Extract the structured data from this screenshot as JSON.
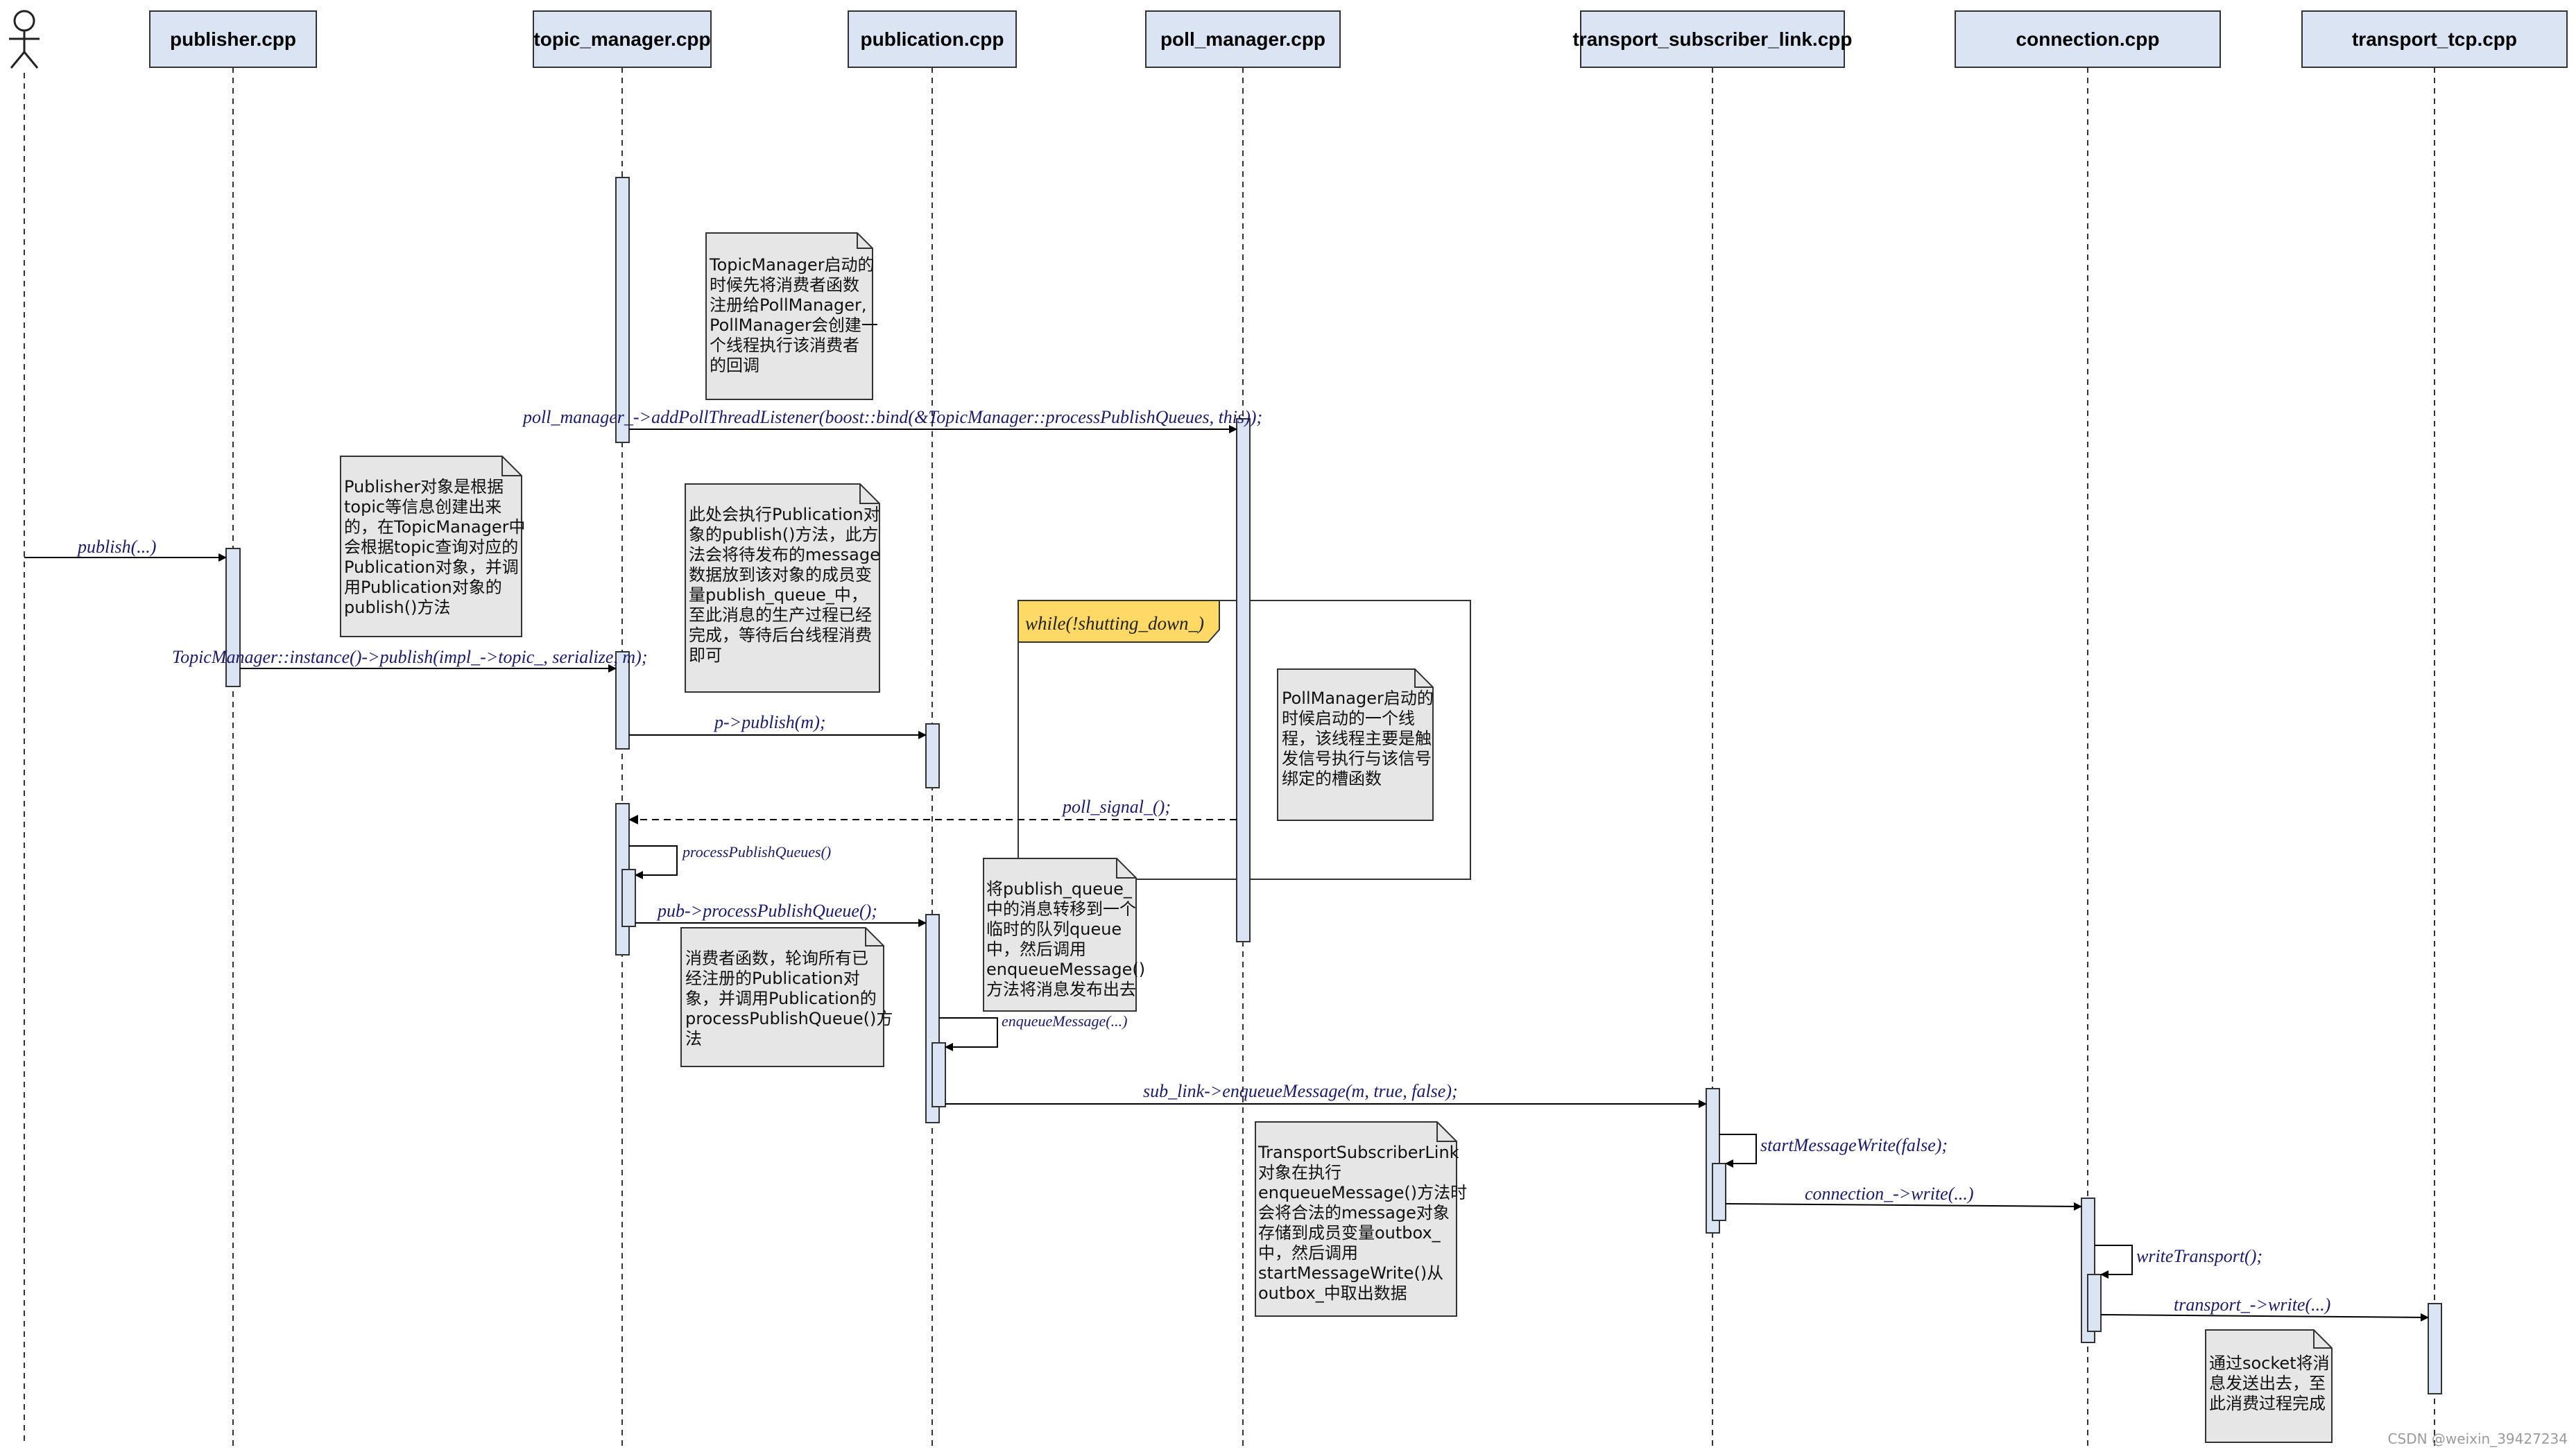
{
  "participants": [
    "publisher.cpp",
    "topic_manager.cpp",
    "publication.cpp",
    "poll_manager.cpp",
    "transport_subscriber_link.cpp",
    "connection.cpp",
    "transport_tcp.cpp"
  ],
  "messages": {
    "publish": "publish(...)",
    "add_listener": "poll_manager_->addPollThreadListener(boost::bind(&TopicManager::processPublishQueues, this));",
    "tm_publish": "TopicManager::instance()->publish(impl_->topic_, serialize, m);",
    "p_publish": "p->publish(m);",
    "poll_signal": "poll_signal_();",
    "process_queues": "processPublishQueues()",
    "process_queue": "pub->processPublishQueue();",
    "enqueue_self": "enqueueMessage(...)",
    "sub_link_enqueue": "sub_link->enqueueMessage(m, true, false);",
    "start_write": "startMessageWrite(false);",
    "conn_write": "connection_->write(...)",
    "write_transport": "writeTransport();",
    "transport_write": "transport_->write(...)"
  },
  "loop": {
    "label": "while(!shutting_down_)"
  },
  "notes": {
    "topic_manager_start": [
      "TopicManager启动的",
      "时候先将消费者函数",
      "注册给PollManager,",
      "PollManager会创建一",
      "个线程执行该消费者",
      "的回调"
    ],
    "publisher_object": [
      "Publisher对象是根据",
      "topic等信息创建出来",
      "的，在TopicManager中",
      "会根据topic查询对应的",
      "Publication对象，并调",
      "用Publication对象的",
      "publish()方法"
    ],
    "publication_publish": [
      "此处会执行Publication对",
      "象的publish()方法，此方",
      "法会将待发布的message",
      "数据放到该对象的成员变",
      "量publish_queue_中，",
      "至此消息的生产过程已经",
      "完成，等待后台线程消费",
      "即可"
    ],
    "poll_manager_start": [
      "PollManager启动的",
      "时候启动的一个线",
      "程，该线程主要是触",
      "发信号执行与该信号",
      "绑定的槽函数"
    ],
    "move_queue": [
      "将publish_queue_",
      "中的消息转移到一个",
      "临时的队列queue",
      "中，然后调用",
      "enqueueMessage()",
      "方法将消息发布出去"
    ],
    "consumer_function": [
      "消费者函数，轮询所有已",
      "经注册的Publication对",
      "象，并调用Publication的",
      "processPublishQueue()方",
      "法"
    ],
    "subscriber_link": [
      "TransportSubscriberLink",
      "对象在执行",
      "enqueueMessage()方法时",
      "会将合法的message对象",
      "存储到成员变量outbox_",
      "中，然后调用",
      "startMessageWrite()从",
      "outbox_中取出数据"
    ],
    "socket_send": [
      "通过socket将消",
      "息发送出去，至",
      "此消费过程完成"
    ]
  },
  "watermark": "CSDN @weixin_39427234",
  "colors": {
    "header_fill": "#dbe4f3",
    "activation_fill": "#dbe4f3",
    "note_fill": "#e6e6e6",
    "loop_tab_fill": "#ffd966",
    "line": "#333333",
    "label_text": "#1b1b6e"
  }
}
